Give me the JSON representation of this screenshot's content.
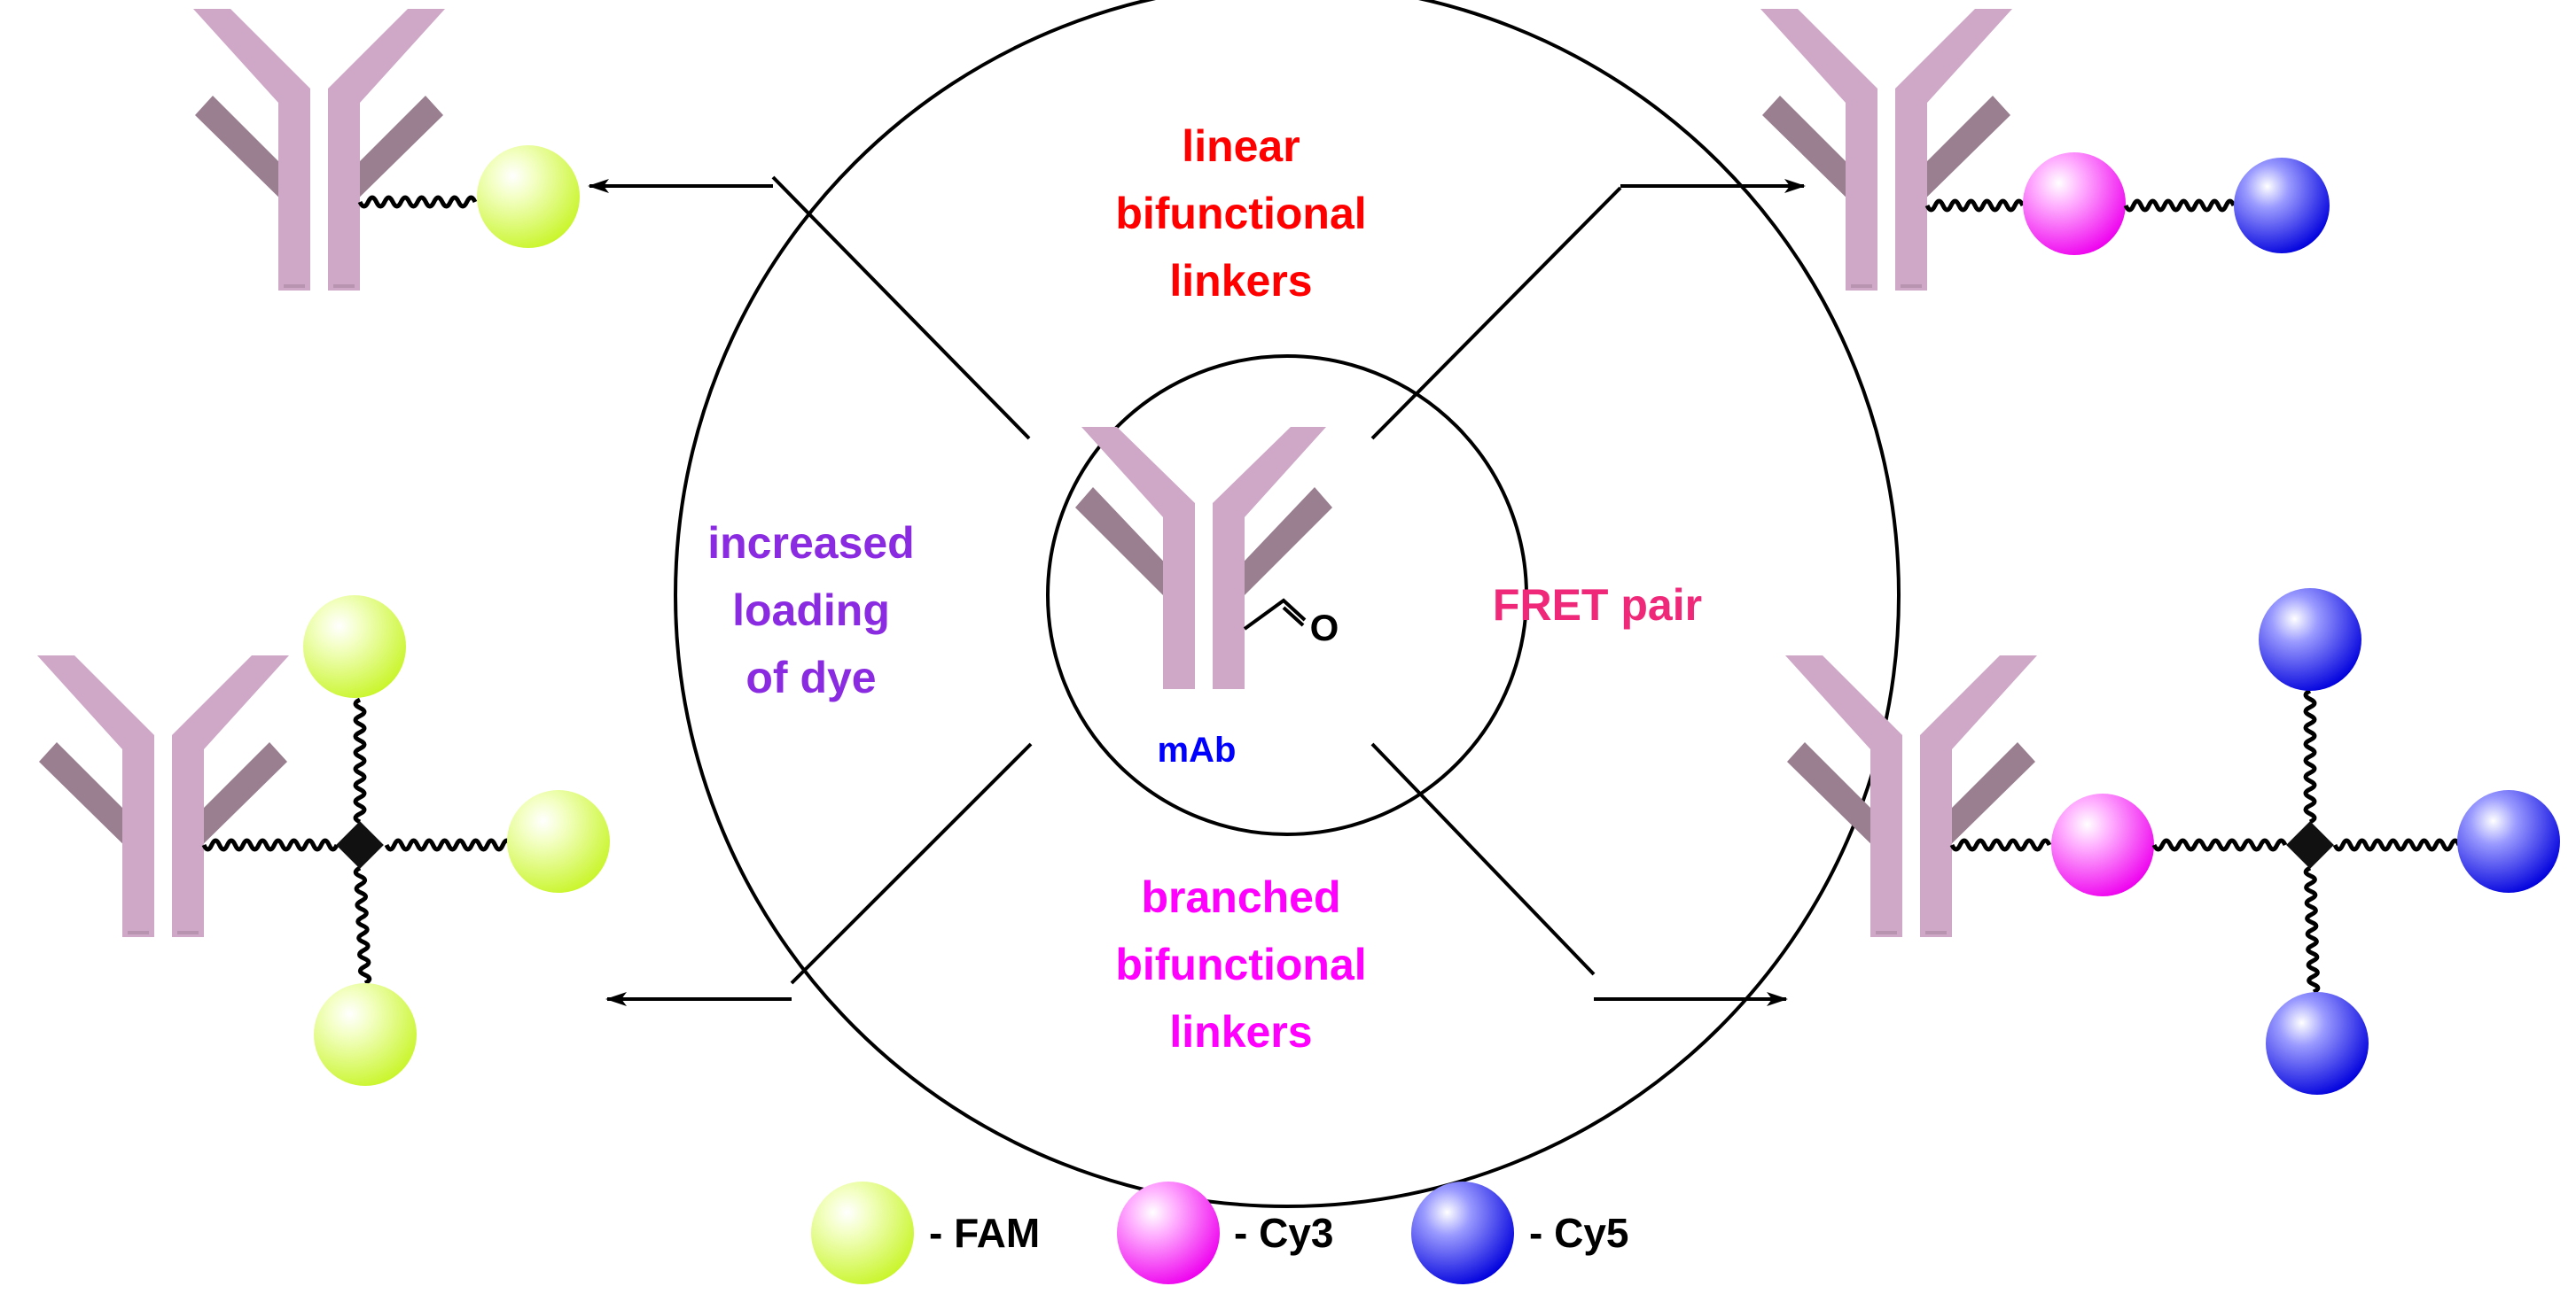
{
  "center": {
    "label": "mAb",
    "aldehyde_atom": "O"
  },
  "quadrants": {
    "top": [
      "linear",
      "bifunctional",
      "linkers"
    ],
    "left": [
      "increased",
      "loading",
      "of dye"
    ],
    "right": "FRET pair",
    "bottom": [
      "branched",
      "bifunctional",
      "linkers"
    ]
  },
  "legend": [
    {
      "dye": "fam",
      "label": "- FAM"
    },
    {
      "dye": "cy3",
      "label": "- Cy3"
    },
    {
      "dye": "cy5",
      "label": "- Cy5"
    }
  ],
  "colors": {
    "linear": "#ff0000",
    "loading": "#8a2be2",
    "fret": "#f0287a",
    "branched": "#ff00ff",
    "mab": "#0000ff",
    "antibody_light": "#cfa8c8",
    "antibody_dark": "#9a7f90",
    "fam": "#d8ff3a",
    "cy3": "#ff00ff",
    "cy5": "#0000ee"
  }
}
